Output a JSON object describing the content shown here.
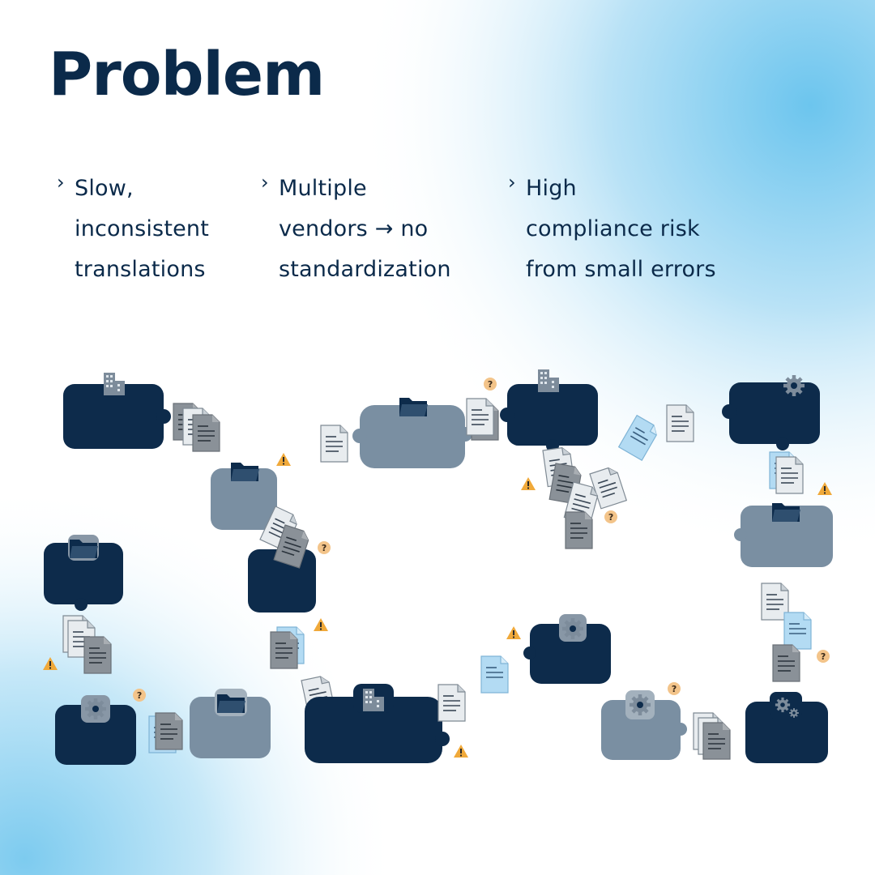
{
  "title": "Problem",
  "colors": {
    "title": "#0b2a4a",
    "navy_node": "#0d2b4b",
    "slate_node": "#7a8fa2",
    "light_blue_doc": "#a8d6f2",
    "warning": "#f0a93a",
    "question": "#f3c48a"
  },
  "points": [
    {
      "lines": [
        "Slow,",
        "inconsistent",
        "translations"
      ]
    },
    {
      "lines": [
        "Multiple",
        "vendors → no",
        "standardization"
      ]
    },
    {
      "lines": [
        "High",
        "compliance risk",
        "from small errors"
      ]
    }
  ],
  "chevron": "›"
}
